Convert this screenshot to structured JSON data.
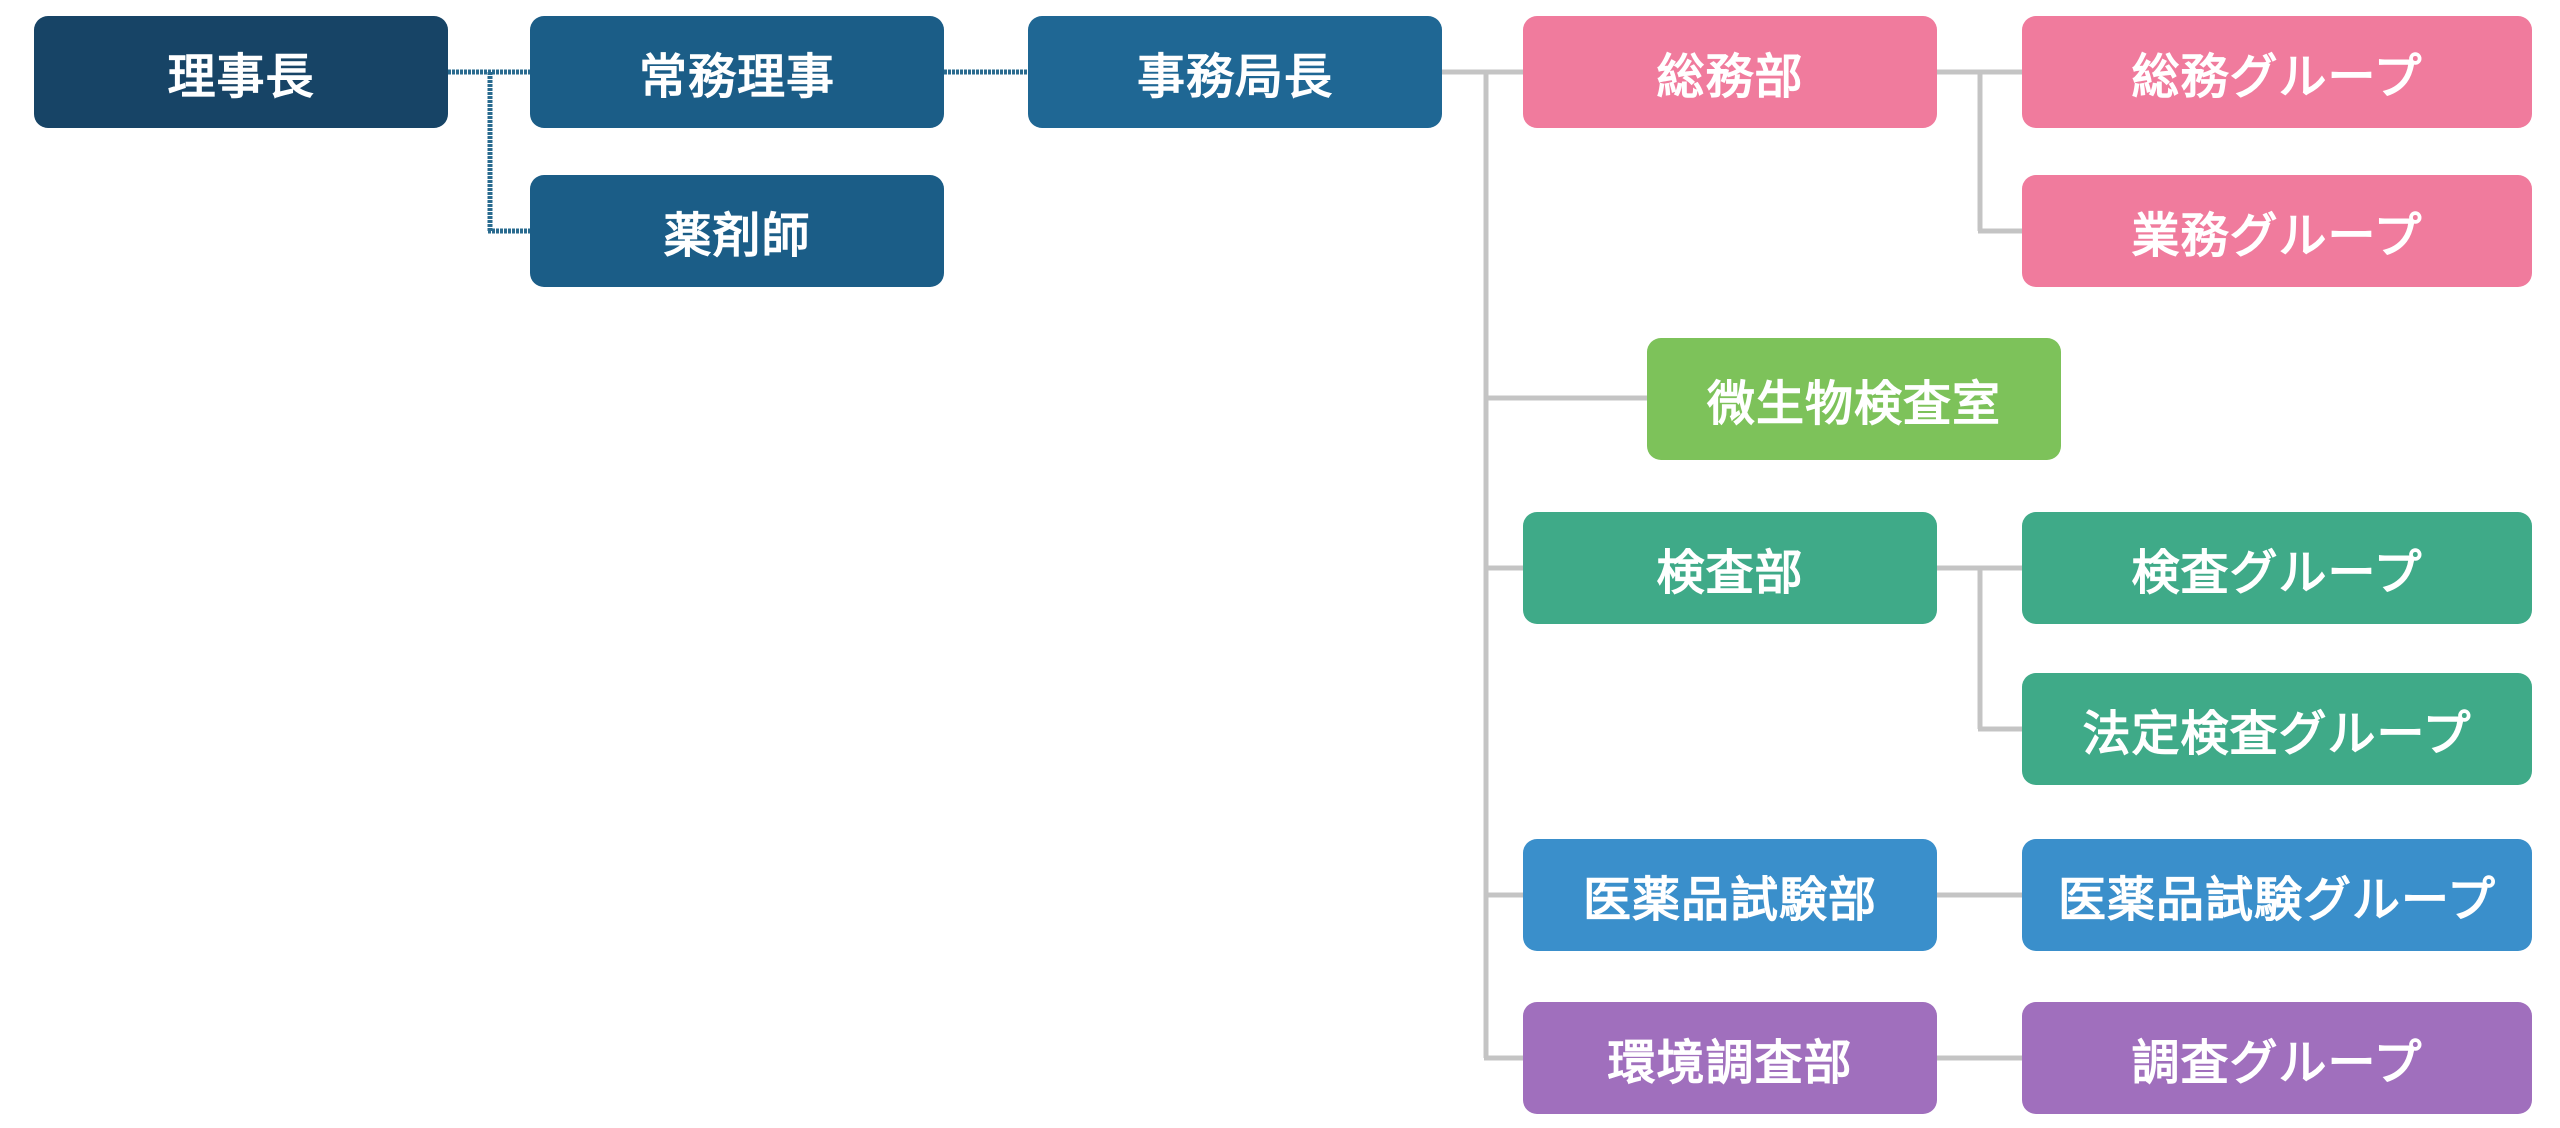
{
  "org": {
    "chairman": "理事長",
    "managing_director": "常務理事",
    "pharmacist": "薬剤師",
    "secretary_general": "事務局長",
    "general_affairs": {
      "dept": "総務部",
      "groups": [
        "総務グループ",
        "業務グループ"
      ]
    },
    "microbiology_lab": "微生物検査室",
    "inspection": {
      "dept": "検査部",
      "groups": [
        "検査グループ",
        "法定検査グループ"
      ]
    },
    "drug_testing": {
      "dept": "医薬品試験部",
      "groups": [
        "医薬品試験グループ"
      ]
    },
    "environment": {
      "dept": "環境調査部",
      "groups": [
        "調査グループ"
      ]
    }
  },
  "colors": {
    "chairman": "#174466",
    "executive": "#1b5d87",
    "general_affairs": "#f07b9d",
    "microbiology": "#7dc25a",
    "inspection": "#3faa88",
    "drug_testing": "#3a8fcb",
    "environment": "#a06fbd",
    "exec_connector": "#2a6b8f",
    "dept_connector": "#c4c4c4"
  }
}
